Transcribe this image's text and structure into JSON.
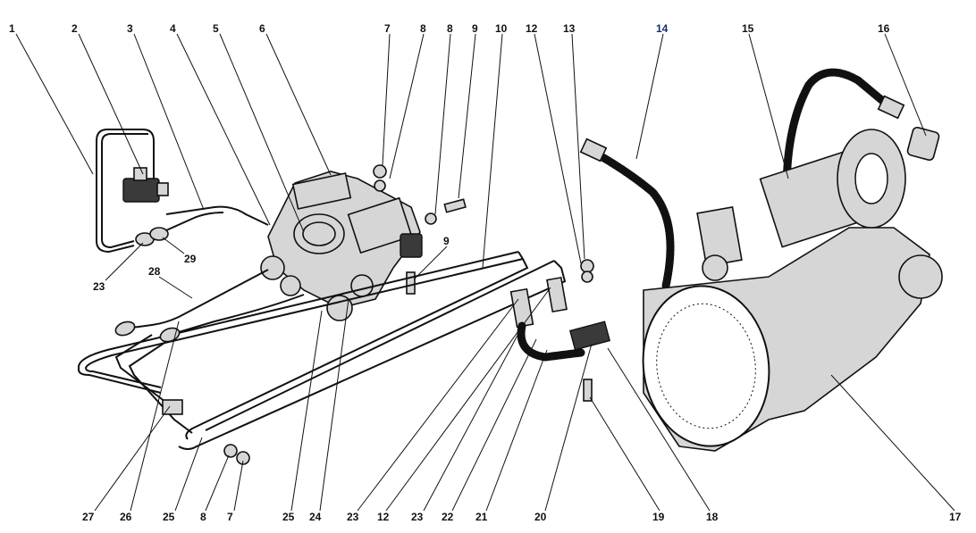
{
  "callouts_top": [
    "1",
    "2",
    "3",
    "4",
    "5",
    "6",
    "7",
    "8",
    "8",
    "9",
    "10",
    "12",
    "13",
    "14",
    "15",
    "16"
  ],
  "callouts_bottom": [
    "27",
    "26",
    "25",
    "8",
    "7",
    "25",
    "24",
    "23",
    "12",
    "23",
    "22",
    "21",
    "20",
    "19",
    "18",
    "17"
  ],
  "callouts_inner": {
    "c29": "29",
    "c23": "23",
    "c28": "28",
    "c9b": "9"
  },
  "colors": {
    "ink": "#111111",
    "highlight_label": "#1a2f6b",
    "paper": "#ffffff",
    "metal": "#d6d6d6"
  }
}
